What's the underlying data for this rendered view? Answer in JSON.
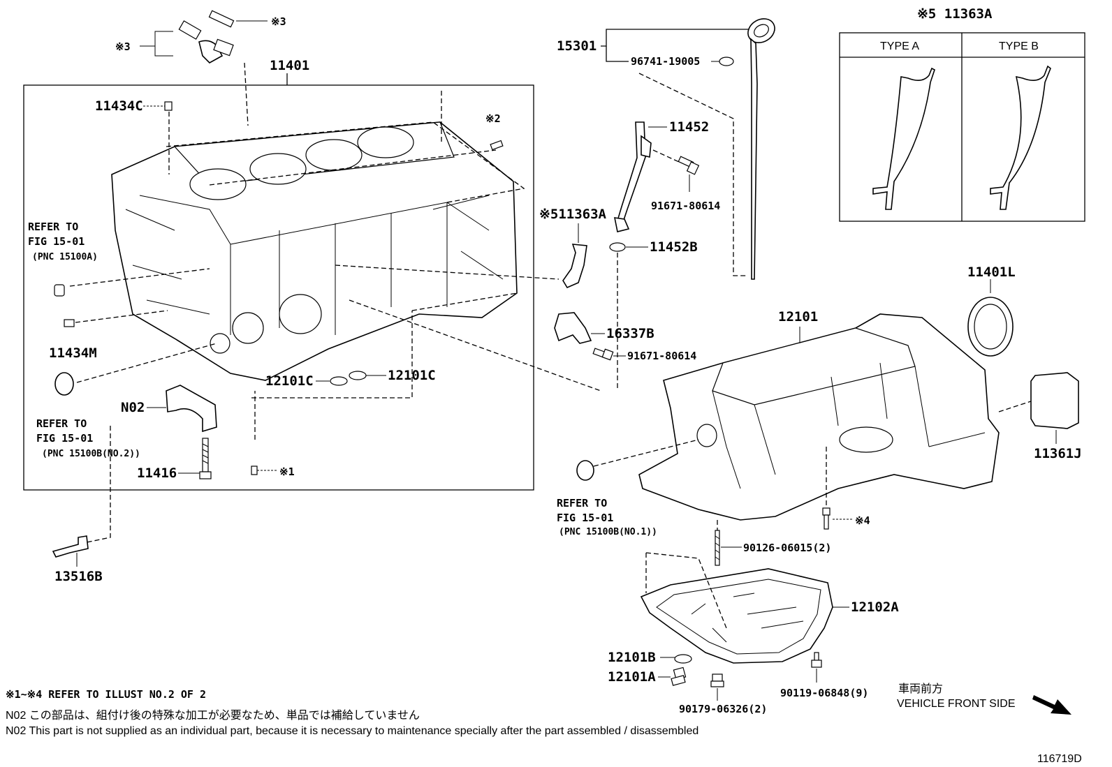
{
  "labels": {
    "p11401": "11401",
    "p11434C": "11434C",
    "ref3a": "※3",
    "ref3b": "※3",
    "ref2": "※2",
    "refer1_l1": "REFER TO",
    "refer1_l2": "FIG 15-01",
    "refer1_l3": "(PNC 15100A)",
    "p11434M": "11434M",
    "refer2_l1": "REFER TO",
    "refer2_l2": "FIG 15-01",
    "refer2_l3": "(PNC 15100B(NO.2))",
    "pN02": "N02",
    "p11416": "11416",
    "ref1": "※1",
    "p12101C_a": "12101C",
    "p12101C_b": "12101C",
    "p13516B": "13516B",
    "p15301": "15301",
    "p96741": "96741-19005",
    "p11452": "11452",
    "p91671a": "91671-80614",
    "p11363A": "※511363A",
    "p11452B": "11452B",
    "p16337B": "16337B",
    "p91671b": "91671-80614",
    "type_title": "※5 11363A",
    "typeA": "TYPE A",
    "typeB": "TYPE B",
    "p11401L": "11401L",
    "p12101": "12101",
    "p11361J": "11361J",
    "refer3_l1": "REFER TO",
    "refer3_l2": "FIG 15-01",
    "refer3_l3": "(PNC 15100B(NO.1))",
    "ref4": "※4",
    "p90126": "90126-06015(2)",
    "p12102A": "12102A",
    "p12101B": "12101B",
    "p12101A": "12101A",
    "p90179": "90179-06326(2)",
    "p90119": "90119-06848(9)",
    "front_jp": "車両前方",
    "front_en": "VEHICLE FRONT SIDE",
    "note1": "※1~※4 REFER TO ILLUST NO.2 OF 2",
    "note2": "N02  この部品は、組付け後の特殊な加工が必要なため、単品では補給していません",
    "note3": "N02  This part is not supplied as an individual part, because it is necessary to maintenance specially after the part assembled / disassembled",
    "fig_id": "116719D"
  }
}
